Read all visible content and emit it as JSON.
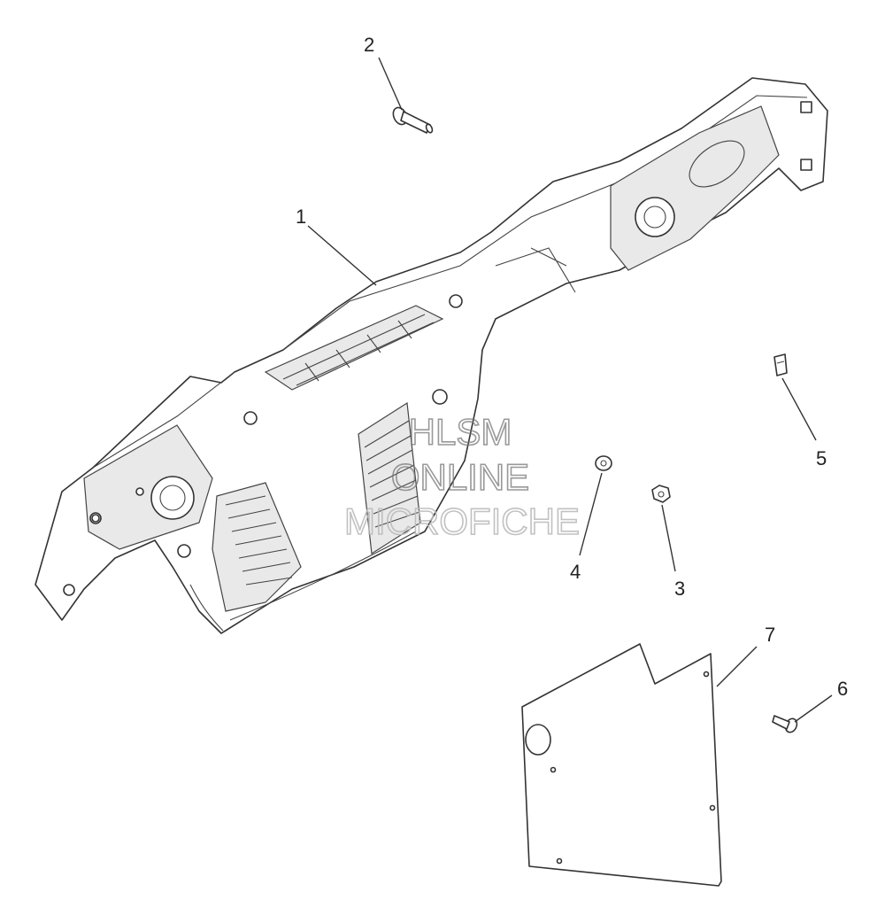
{
  "callouts": {
    "c1": "1",
    "c2": "2",
    "c3": "3",
    "c4": "4",
    "c5": "5",
    "c6": "6",
    "c7": "7"
  },
  "watermark": {
    "line1": "HLSM",
    "line2": "ONLINE",
    "line3": "MICROFICHE"
  },
  "colors": {
    "line": "#333333",
    "background": "#ffffff",
    "watermark": "#777777"
  }
}
